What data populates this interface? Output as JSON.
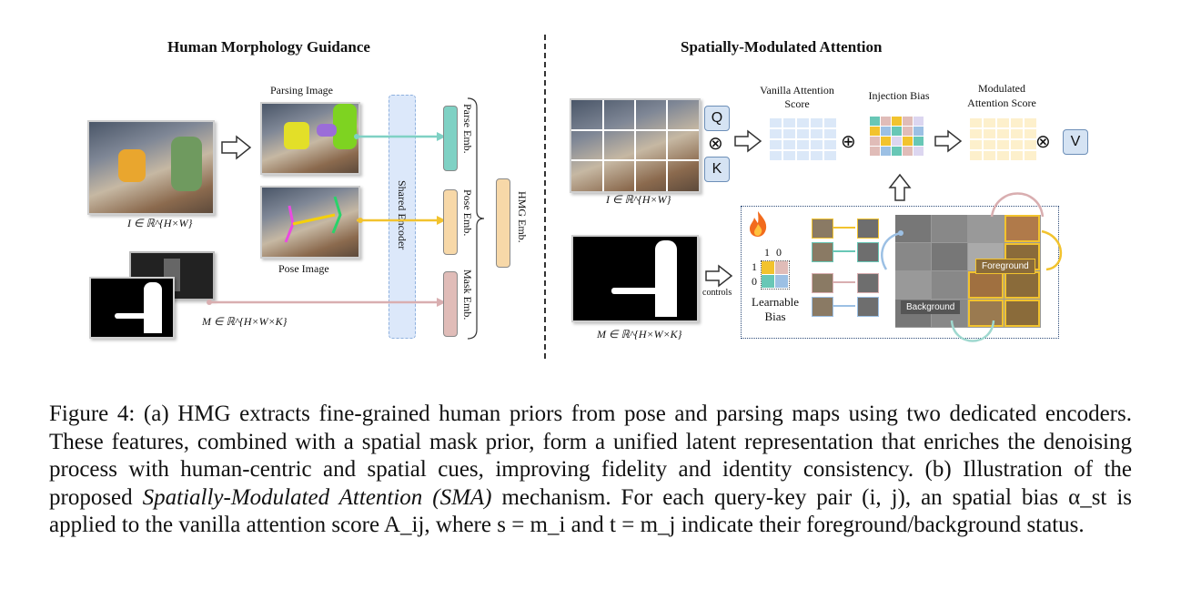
{
  "left_panel": {
    "title": "Human Morphology Guidance",
    "parsing_label": "Parsing Image",
    "pose_label": "Pose Image",
    "input_image_label": "I ∈ ℝ^{H×W}",
    "mask_label": "M ∈ ℝ^{H×W×K}",
    "encoder_label": "Shared Encoder",
    "parse_emb": "Parse Emb.",
    "pose_emb": "Pose Emb.",
    "mask_emb": "Mask Emb.",
    "hmg_emb": "HMG Emb."
  },
  "right_panel": {
    "title": "Spatially-Modulated Attention",
    "vanilla_label_1": "Vanilla Attention",
    "vanilla_label_2": "Score",
    "injection_label": "Injection Bias",
    "modulated_label_1": "Modulated",
    "modulated_label_2": "Attention Score",
    "q": "Q",
    "k": "K",
    "v": "V",
    "otimes": "⊗",
    "oplus": "⊕",
    "image_label": "I ∈ ℝ^{H×W}",
    "mask_label": "M ∈ ℝ^{H×W×K}",
    "controls": "controls",
    "learnable_1": "Learnable",
    "learnable_2": "Bias",
    "bias_col_1": "1",
    "bias_col_0": "0",
    "bias_row_1": "1",
    "bias_row_0": "0",
    "foreground": "Foreground",
    "background": "Background",
    "fire_icon": "fire-icon"
  },
  "colors": {
    "parse": "#7fd1c4",
    "pose": "#f7d8a8",
    "mask": "#e0bcb8",
    "encoder": "#dce8fa",
    "yellow": "#f2c32e",
    "teal": "#68c7b6",
    "pink": "#d9aeb0",
    "blue": "#9cc0e4"
  },
  "caption": {
    "p1": "Figure 4:  (a) HMG extracts fine-grained human priors from pose and parsing maps using two dedicated encoders. These features, combined with a spatial mask prior, form a unified latent representation that enriches the denoising process with human-centric and spatial cues, improving fidelity and identity consistency.  (b) Illustration of the proposed ",
    "sma": "Spatially-Modulated Attention (SMA)",
    "p2": " mechanism. For each query-key pair (i, j), an spatial bias α_st is applied to the vanilla attention score A_ij, where s = m_i and t = m_j indicate their foreground/background status."
  }
}
